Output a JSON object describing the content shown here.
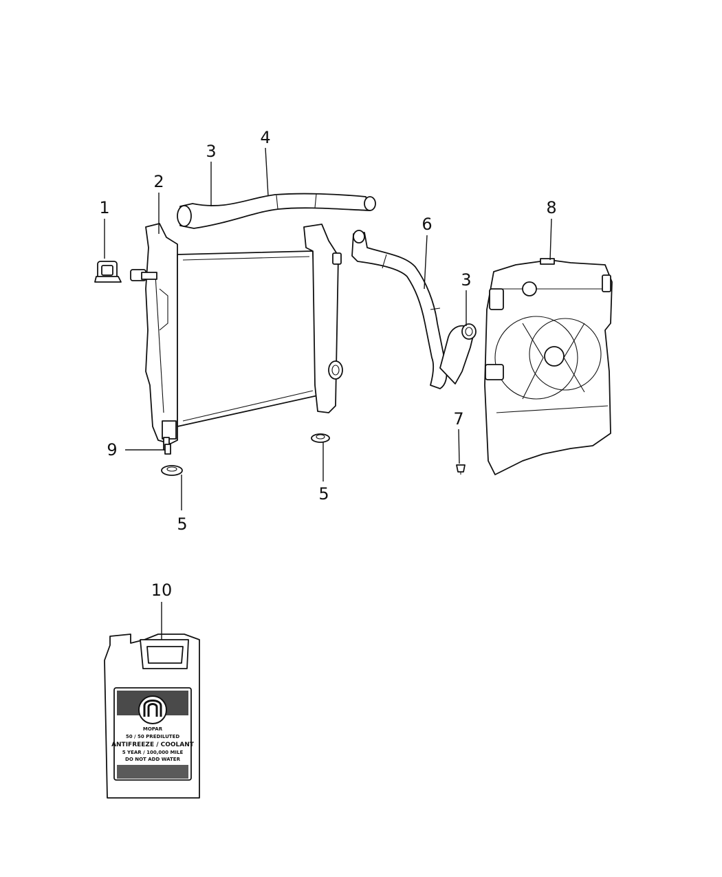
{
  "callouts": [
    {
      "id": "1",
      "label": "1"
    },
    {
      "id": "2",
      "label": "2"
    },
    {
      "id": "3a",
      "label": "3"
    },
    {
      "id": "4",
      "label": "4"
    },
    {
      "id": "6",
      "label": "6"
    },
    {
      "id": "3b",
      "label": "3"
    },
    {
      "id": "8",
      "label": "8"
    },
    {
      "id": "7",
      "label": "7"
    },
    {
      "id": "9",
      "label": "9"
    },
    {
      "id": "5a",
      "label": "5"
    },
    {
      "id": "5b",
      "label": "5"
    },
    {
      "id": "10",
      "label": "10"
    }
  ],
  "jug_label": {
    "brand": "MOPAR",
    "line1": "50 / 50 PREDILUTED",
    "line2": "ANTIFREEZE / COOLANT",
    "line3": "5 YEAR / 100,000 MILE",
    "line4": "DO NOT ADD WATER"
  }
}
